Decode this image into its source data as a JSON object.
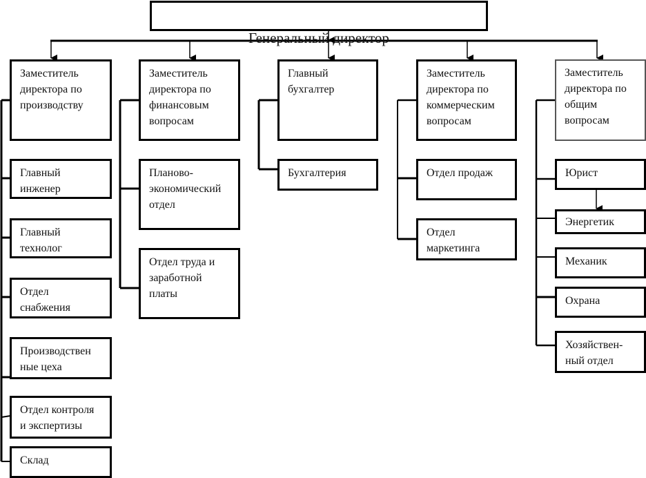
{
  "title": "Генеральный директор",
  "columns": [
    {
      "head": "Заместитель\nдиректора по\nпроизводству",
      "children": [
        "Главный\nинженер",
        "Главный\nтехнолог",
        "Отдел\nснабжения",
        "Производствен\nные цеха",
        "Отдел контроля\nи экспертизы",
        "Склад"
      ]
    },
    {
      "head": "Заместитель\nдиректора по\nфинансовым\nвопросам",
      "children": [
        "Планово-\nэкономический\nотдел",
        "Отдел труда и\nзаработной\nплаты"
      ]
    },
    {
      "head": "Главный\nбухгалтер",
      "children": [
        "Бухгалтерия"
      ]
    },
    {
      "head": "Заместитель\nдиректора по\nкоммерческим\nвопросам",
      "children": [
        "Отдел продаж",
        "Отдел\nмаркетинга"
      ]
    },
    {
      "head": "Заместитель\nдиректора по\nобщим\nвопросам",
      "children": [
        "Юрист",
        "Энергетик",
        "Механик",
        "Охрана",
        "Хозяйствен-\nный отдел"
      ]
    }
  ]
}
